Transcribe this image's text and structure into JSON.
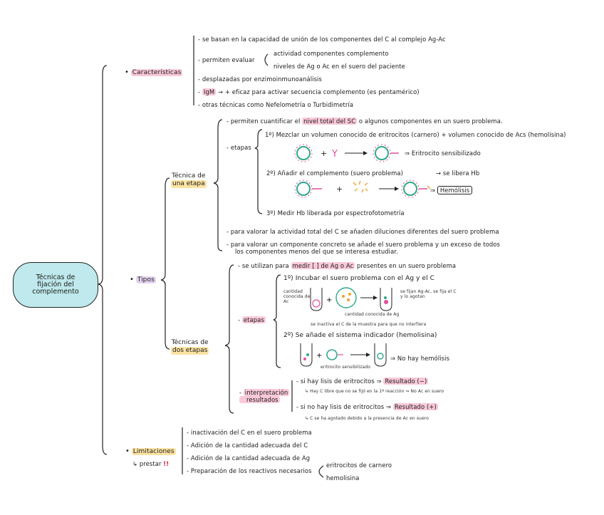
{
  "root": {
    "line1": "Técnicas de",
    "line2": "fijación del",
    "line3": "complemento"
  },
  "caracteristicas": {
    "label": "Características",
    "items": [
      "se basan en la capacidad de unión de los componentes del C al complejo Ag-Ac",
      "permiten evaluar",
      "actividad componentes complemento",
      "niveles de Ag o Ac en el suero del paciente",
      "desplazadas por enzimoinmunoanálisis",
      "IgM",
      "→ + eficaz para activar secuencia complemento (es pentamérico)",
      "otras técnicas como Nefelometría o Turbidimetría"
    ]
  },
  "tipos": {
    "label": "Tipos",
    "una_etapa": {
      "label1": "Técnica de",
      "label2": "una etapa",
      "permiten_pre": "permiten cuantificar el ",
      "permiten_hl": "nivel total del SC",
      "permiten_post": " o algunos componentes en un suero problema.",
      "etapas": "etapas",
      "paso1": "1º) Mezclar un volumen conocido de eritrocitos (carnero) + volumen conocido de Acs (hemolisina)",
      "eritro_sens": "⇒ Eritrocito sensibilizado",
      "paso2": "2º) Añadir el complemento (suero problema)",
      "libera_hb": "→ se libera Hb",
      "hemolisis": "Hemólisis",
      "paso3": "3º) Medir Hb liberada por espectrofotometría",
      "valorar_total": "para valorar la actividad total del C se añaden diluciones diferentes del suero problema",
      "valorar_comp1": "para valorar un componente concreto se añade el suero problema y un exceso de todos",
      "valorar_comp2": "los componentes menos del que se interesa estudiar."
    },
    "dos_etapas": {
      "label1": "Técnicas de",
      "label2": "dos etapas",
      "utilizan_pre": "se utilizan para ",
      "utilizan_hl": "medir [ ] de Ag o Ac",
      "utilizan_post": " presentes en un suero problema",
      "etapas": "etapas",
      "paso1": "1º) Incubar el suero problema con el Ag y el C",
      "cantidad_desc": "cantidad conocida de Ac",
      "cantidad_ag": "cantidad conocida de Ag",
      "fijacion": "se fijan Ag-Ac, se fija el C y lo agotan",
      "inactiva": "se inactiva el C de la muestra para que no interfiera",
      "paso2": "2º) Se añade el sistema indicador (hemolisina)",
      "eritro_sens": "eritrocito sensibilizado",
      "no_hemolisis": "⇒ No hay hemólisis",
      "interpretacion1": "interpretación",
      "interpretacion2": "resultados",
      "res1_pre": "si hay lisis de eritrocitos ⇒ ",
      "res1_hl": "Resultado (−)",
      "res1_sub": "Hay C libre que no se fijó en la 1ª reacción ⇒ No Ac en suero",
      "res2_pre": "si no hay lisis de eritrocitos ⇒ ",
      "res2_hl": "Resultado (+)",
      "res2_sub": "C se ha agotado debido a la presencia de Ac en suero"
    }
  },
  "limitaciones": {
    "label": "Limitaciones",
    "sub": "↳ prestar",
    "marks": "!!",
    "items": [
      "inactivación del C en el suero problema",
      "Adición de la cantidad adecuada del C",
      "Adición de la cantidad adecuada de Ag",
      "Preparación de los reactivos necesarios"
    ],
    "reactivos": [
      "eritrocitos de carnero",
      "hemolisina"
    ]
  },
  "symbols": {
    "plus": "+",
    "arrow": "⟶",
    "y": "Y",
    "dash": "-",
    "bullet": "•"
  },
  "colors": {
    "cyan_box": "#bfe9ec",
    "pink_hl": "#f9c9d8",
    "yellow_hl": "#fbe3a3",
    "purple_hl": "#e4d4f2",
    "red": "#e0203a",
    "cell_green": "#2fa98c",
    "cell_pink": "#e34f9b"
  }
}
